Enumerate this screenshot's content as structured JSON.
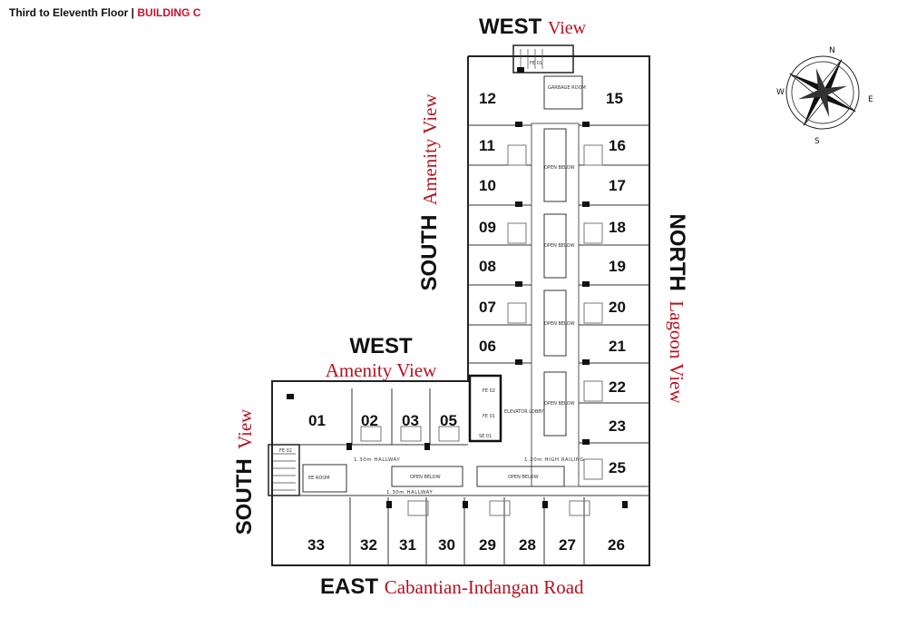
{
  "header": {
    "floor_label": "Third to Eleventh Floor | ",
    "building_label": "BUILDING C"
  },
  "orientation": {
    "west_top": {
      "main": "WEST",
      "sub": "View"
    },
    "south_amenity": {
      "main": "SOUTH",
      "sub": "Amenity View"
    },
    "north_lagoon": {
      "main": "NORTH",
      "sub": "Lagoon View"
    },
    "west_amenity": {
      "main": "WEST",
      "sub": "Amenity View"
    },
    "south_view": {
      "main": "SOUTH",
      "sub": "View"
    },
    "east_road": {
      "main": "EAST",
      "sub": "Cabantian-Indangan Road"
    }
  },
  "compass": {
    "icon": "compass-rose-icon",
    "letters": [
      "N",
      "E",
      "S",
      "W"
    ]
  },
  "units": {
    "u01": "01",
    "u02": "02",
    "u03": "03",
    "u05": "05",
    "u06": "06",
    "u07": "07",
    "u08": "08",
    "u09": "09",
    "u10": "10",
    "u11": "11",
    "u12": "12",
    "u15": "15",
    "u16": "16",
    "u17": "17",
    "u18": "18",
    "u19": "19",
    "u20": "20",
    "u21": "21",
    "u22": "22",
    "u23": "23",
    "u25": "25",
    "u26": "26",
    "u27": "27",
    "u28": "28",
    "u29": "29",
    "u30": "30",
    "u31": "31",
    "u32": "32",
    "u33": "33"
  },
  "labels": {
    "garbage_room": "GARBAGE ROOM",
    "fe01": "FE 01",
    "fe02": "FE 02",
    "fe_top": "FE 01",
    "fe_b2": "FE 02",
    "se01": "SE 01",
    "elevator_lobby": "ELEVATOR LOBBY",
    "ee_room": "EE ROOM",
    "open_below": "OPEN BELOW",
    "hallway": "1.30m HALLWAY",
    "railing": "1.20m HIGH RAILING"
  }
}
